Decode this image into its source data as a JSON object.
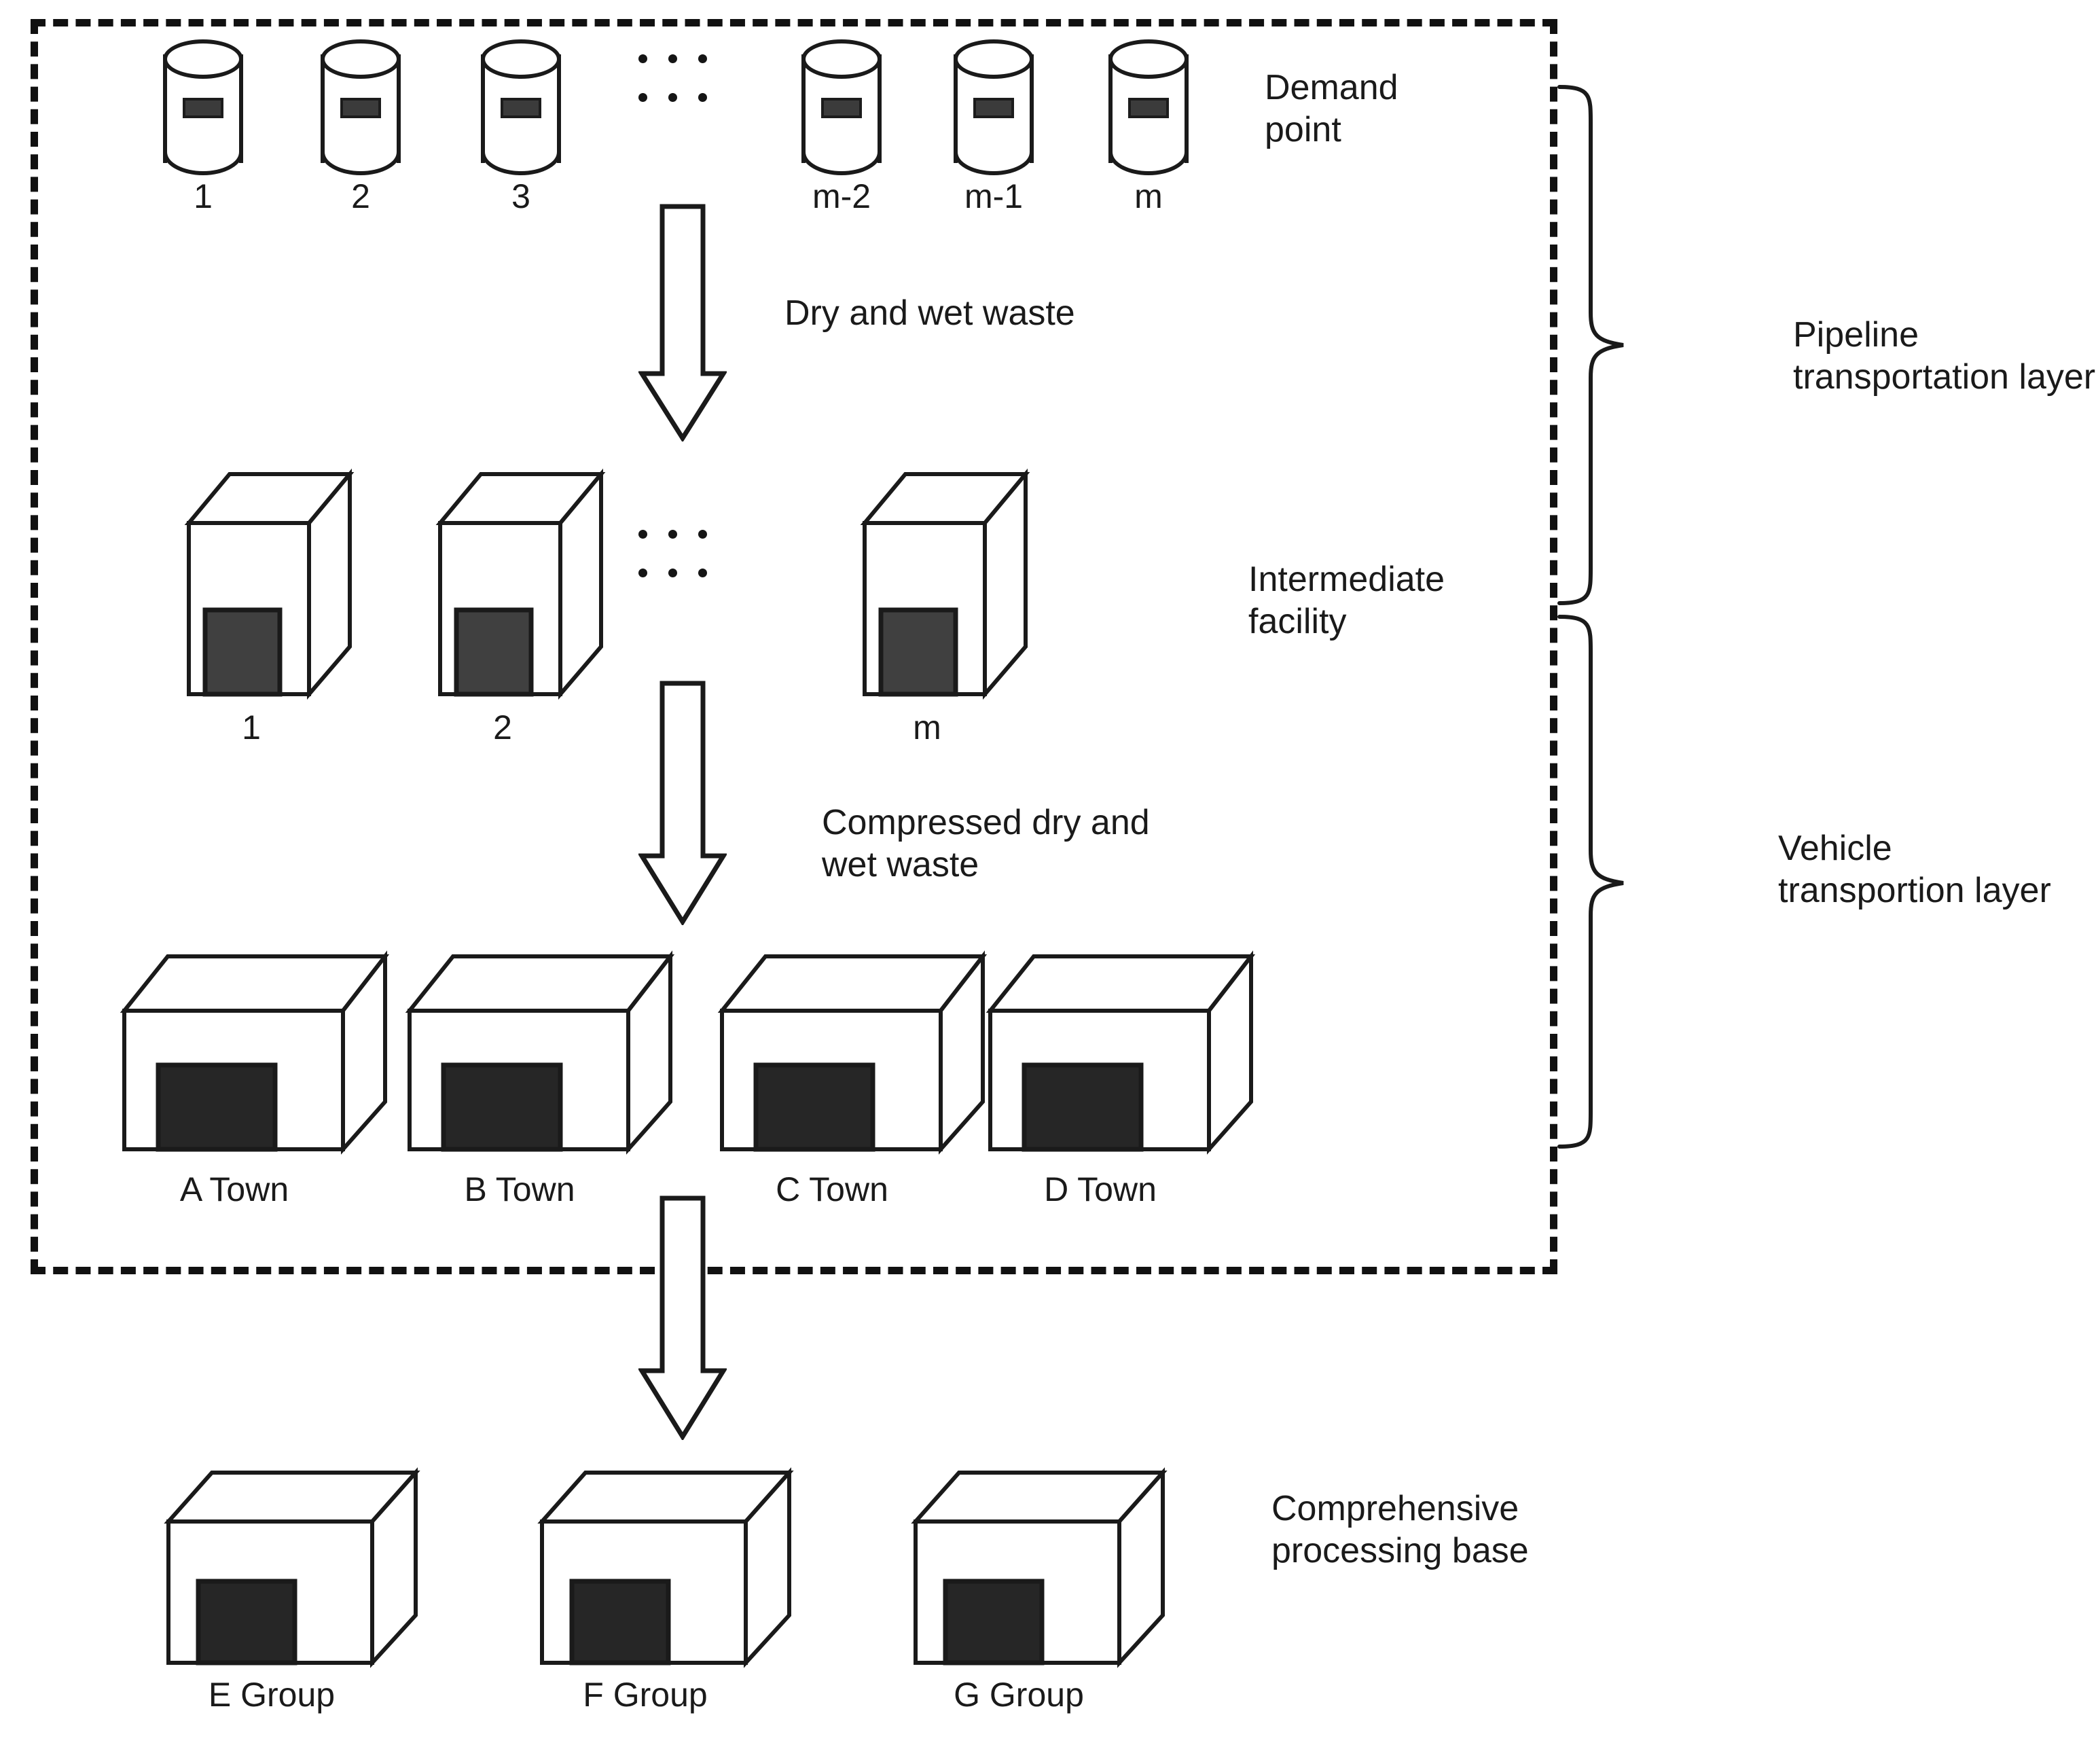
{
  "diagram": {
    "title": "Two-layer municipal solid waste collection and transportation network",
    "dashed_boundary_label": "",
    "colors": {
      "stroke": "#1a1a1a",
      "fill_white": "#ffffff",
      "door_dark": "#3b3b3b",
      "door_darker": "#212121",
      "dashed_border": "#111111"
    }
  },
  "demand_points": {
    "row_label": "Demand\npoint",
    "items": [
      {
        "label": "1"
      },
      {
        "label": "2"
      },
      {
        "label": "3"
      },
      {
        "label": "m-2"
      },
      {
        "label": "m-1"
      },
      {
        "label": "m"
      }
    ],
    "ellipsis": "· · ·"
  },
  "intermediate_facilities": {
    "row_label": "Intermediate\nfacility",
    "items": [
      {
        "label": "1"
      },
      {
        "label": "2"
      },
      {
        "label": "m"
      }
    ],
    "ellipsis": "· · ·"
  },
  "towns": {
    "items": [
      {
        "label": "A Town"
      },
      {
        "label": "B Town"
      },
      {
        "label": "C Town"
      },
      {
        "label": "D Town"
      }
    ]
  },
  "groups": {
    "row_label": "Comprehensive\nprocessing base",
    "items": [
      {
        "label": "E Group"
      },
      {
        "label": "F Group"
      },
      {
        "label": "G Group"
      }
    ]
  },
  "flows": [
    {
      "id": "flow-1",
      "label": "Dry and wet waste"
    },
    {
      "id": "flow-2",
      "label": "Compressed dry and\nwet waste"
    },
    {
      "id": "flow-3",
      "label": ""
    }
  ],
  "layers": [
    {
      "id": "pipeline-layer",
      "label": "Pipeline\ntransportation  layer"
    },
    {
      "id": "vehicle-layer",
      "label": "Vehicle\ntransportion layer"
    }
  ]
}
